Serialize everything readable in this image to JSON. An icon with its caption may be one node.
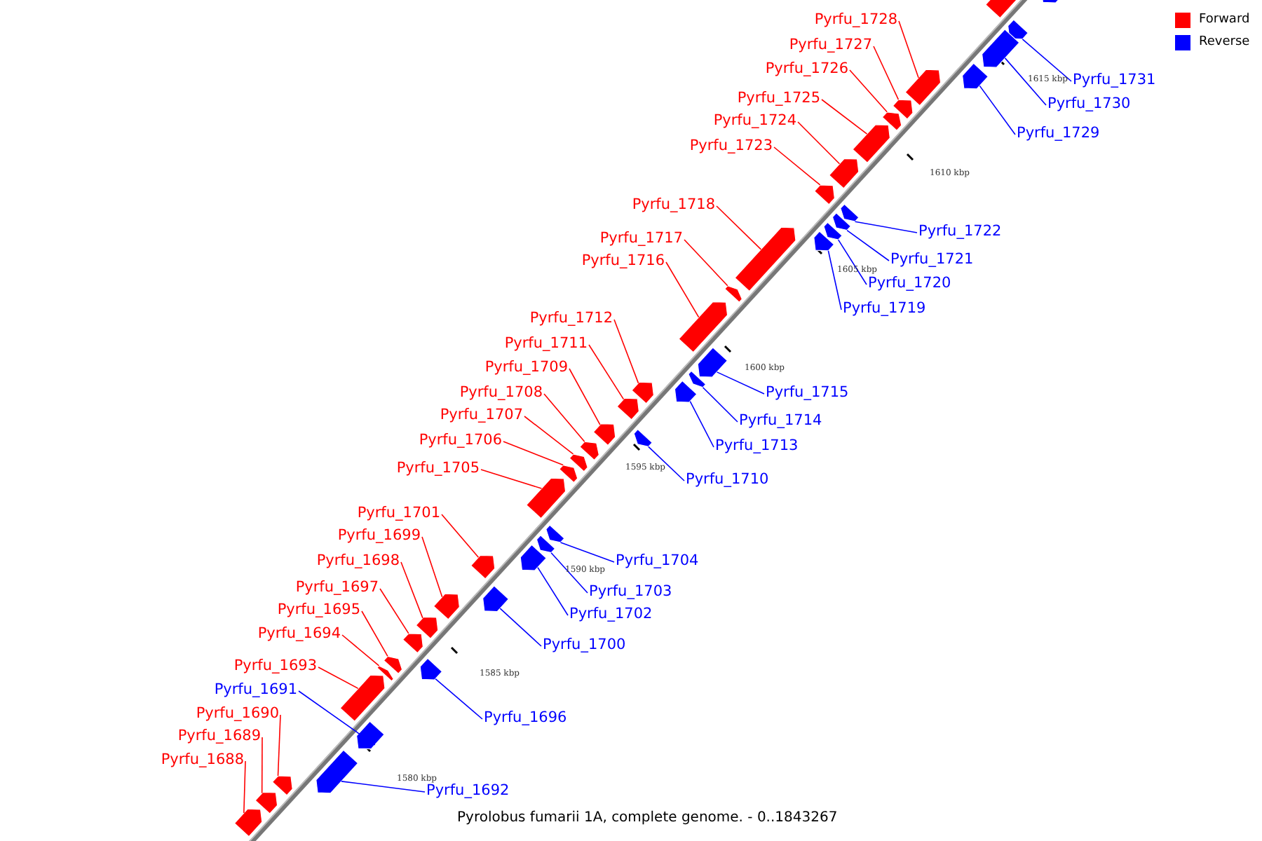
{
  "diagram": {
    "caption": "Pyrolobus fumarii 1A, complete genome. - 0..1843267",
    "nodes": [
      {
        "text": [],
        "shape": "bar"
      },
      {
        "text": [],
        "shape": "bar"
      },
      {
        "text": [
          "Pyrfu_1728"
        ]
      },
      {
        "text": [],
        "shape": "bar"
      },
      {
        "text": [
          "Pyrfu_1727"
        ]
      },
      {
        "text": [],
        "shape": "bar"
      },
      {
        "text": [
          "Pyrfu_1726"
        ]
      },
      {
        "text": [],
        "shape": "bar"
      },
      {
        "text": [
          "Pyrfu_1725"
        ]
      },
      {
        "text": [],
        "shape": "bar"
      },
      {
        "text": [
          "Pyrfu_1724"
        ]
      },
      {
        "text": [],
        "shape": "bar"
      },
      {
        "text": [
          "Pyrfu_1723"
        ]
      },
      {
        "text": [],
        "shape": "bar"
      },
      {
        "text": [
          "Pyrfu_1731"
        ]
      },
      {
        "text": [],
        "shape": "bar"
      },
      {
        "text": [
          "Pyrfu_1730"
        ]
      },
      {
        "text": [],
        "shape": "bar"
      },
      {
        "text": [
          "Pyrfu_1729"
        ]
      },
      {
        "text": [],
        "shape": "bar"
      },
      {
        "text": [
          "Pyrfu_1718"
        ]
      },
      {
        "text": [],
        "shape": "bar"
      },
      {
        "text": [
          "Pyrfu_1717"
        ]
      },
      {
        "text": [],
        "shape": "bar"
      },
      {
        "text": [
          "Pyrfu_1716"
        ]
      },
      {
        "text": [],
        "shape": "bar"
      },
      {
        "text": [
          "Pyrfu_1722"
        ]
      },
      {
        "text": [],
        "shape": "bar"
      },
      {
        "text": [
          "Pyrfu_1721"
        ]
      },
      {
        "text": [],
        "shape": "bar"
      },
      {
        "text": [
          "Pyrfu_1720"
        ]
      },
      {
        "text": [],
        "shape": "bar"
      },
      {
        "text": [
          "Pyrfu_1719"
        ]
      },
      {
        "text": [],
        "shape": "bar"
      },
      {
        "text": [
          "Pyrfu_1712"
        ]
      },
      {
        "text": [],
        "shape": "bar"
      },
      {
        "text": [
          "Pyrfu_1711"
        ]
      },
      {
        "text": [],
        "shape": "bar"
      },
      {
        "text": [
          "Pyrfu_1709"
        ]
      },
      {
        "text": [],
        "shape": "bar"
      },
      {
        "text": [
          "Pyrfu_1708"
        ]
      },
      {
        "text": [],
        "shape": "bar"
      },
      {
        "text": [
          "Pyrfu_1707"
        ]
      },
      {
        "text": [],
        "shape": "bar"
      },
      {
        "text": [
          "Pyrfu_1706"
        ]
      },
      {
        "text": [],
        "shape": "bar"
      },
      {
        "text": [
          "Pyrfu_1705"
        ]
      },
      {
        "text": [],
        "shape": "bar"
      },
      {
        "text": [
          "Pyrfu_1715"
        ]
      },
      {
        "text": [],
        "shape": "bar"
      },
      {
        "text": [
          "Pyrfu_1714"
        ]
      },
      {
        "text": [],
        "shape": "bar"
      },
      {
        "text": [
          "Pyrfu_1713"
        ]
      },
      {
        "text": [],
        "shape": "bar"
      },
      {
        "text": [
          "Pyrfu_1710"
        ]
      },
      {
        "text": [],
        "shape": "bar"
      },
      {
        "text": [
          "Pyrfu_1701"
        ]
      },
      {
        "text": [],
        "shape": "bar"
      },
      {
        "text": [
          "Pyrfu_1699"
        ]
      },
      {
        "text": [],
        "shape": "bar"
      },
      {
        "text": [
          "Pyrfu_1698"
        ]
      },
      {
        "text": [],
        "shape": "bar"
      },
      {
        "text": [
          "Pyrfu_1697"
        ]
      },
      {
        "text": [],
        "shape": "bar"
      },
      {
        "text": [
          "Pyrfu_1695"
        ]
      },
      {
        "text": [],
        "shape": "bar"
      },
      {
        "text": [
          "Pyrfu_1694"
        ]
      },
      {
        "text": [],
        "shape": "bar"
      },
      {
        "text": [
          "Pyrfu_1693"
        ]
      },
      {
        "text": [],
        "shape": "bar"
      },
      {
        "text": [
          "Pyrfu_1704"
        ]
      },
      {
        "text": [],
        "shape": "bar"
      },
      {
        "text": [
          "Pyrfu_1703"
        ]
      },
      {
        "text": [],
        "shape": "bar"
      },
      {
        "text": [
          "Pyrfu_1702"
        ]
      },
      {
        "text": [],
        "shape": "bar"
      },
      {
        "text": [
          "Pyrfu_1700"
        ]
      },
      {
        "text": [],
        "shape": "bar"
      },
      {
        "text": [
          "Pyrfu_1696"
        ]
      },
      {
        "text": [],
        "shape": "bar"
      },
      {
        "text": [
          "Pyrfu_1691"
        ]
      },
      {
        "text": [],
        "shape": "bar"
      },
      {
        "text": [
          "Pyrfu_1692"
        ]
      },
      {
        "text": [],
        "shape": "bar"
      },
      {
        "text": [
          "Pyrfu_1690"
        ]
      },
      {
        "text": [],
        "shape": "bar"
      },
      {
        "text": [
          "Pyrfu_1689"
        ]
      },
      {
        "text": [],
        "shape": "bar"
      },
      {
        "text": [
          "Pyrfu_1688"
        ]
      },
      {
        "text": [],
        "shape": "bar"
      }
    ],
    "edges": [
      {
        "from": 2,
        "to": 3,
        "arrow": "none"
      },
      {
        "from": 4,
        "to": 5,
        "arrow": "none"
      },
      {
        "from": 6,
        "to": 7,
        "arrow": "none"
      },
      {
        "from": 8,
        "to": 9,
        "arrow": "none"
      },
      {
        "from": 10,
        "to": 11,
        "arrow": "none"
      },
      {
        "from": 12,
        "to": 13,
        "arrow": "none"
      },
      {
        "from": 14,
        "to": 15,
        "arrow": "none",
        "color": "#0000ff"
      },
      {
        "from": 16,
        "to": 17,
        "arrow": "none",
        "color": "#0000ff"
      },
      {
        "from": 18,
        "to": 19,
        "arrow": "none",
        "color": "#0000ff"
      },
      {
        "from": 20,
        "to": 21,
        "arrow": "none"
      },
      {
        "from": 22,
        "to": 23,
        "arrow": "none"
      },
      {
        "from": 24,
        "to": 25,
        "arrow": "none"
      },
      {
        "from": 26,
        "to": 27,
        "arrow": "none",
        "color": "#0000ff"
      },
      {
        "from": 28,
        "to": 29,
        "arrow": "none",
        "color": "#0000ff"
      },
      {
        "from": 30,
        "to": 31,
        "arrow": "none",
        "color": "#0000ff"
      },
      {
        "from": 32,
        "to": 33,
        "arrow": "none",
        "color": "#0000ff"
      },
      {
        "from": 34,
        "to": 35,
        "arrow": "none"
      },
      {
        "from": 36,
        "to": 37,
        "arrow": "none"
      },
      {
        "from": 38,
        "to": 39,
        "arrow": "none"
      },
      {
        "from": 40,
        "to": 41,
        "arrow": "none"
      },
      {
        "from": 42,
        "to": 43,
        "arrow": "none"
      },
      {
        "from": 44,
        "to": 45,
        "arrow": "none"
      },
      {
        "from": 46,
        "to": 47,
        "arrow": "none"
      },
      {
        "from": 48,
        "to": 49,
        "arrow": "none",
        "color": "#0000ff"
      },
      {
        "from": 50,
        "to": 51,
        "arrow": "none",
        "color": "#0000ff"
      },
      {
        "from": 52,
        "to": 53,
        "arrow": "none",
        "color": "#0000ff"
      },
      {
        "from": 54,
        "to": 55,
        "arrow": "none",
        "color": "#0000ff"
      },
      {
        "from": 56,
        "to": 57,
        "arrow": "none"
      },
      {
        "from": 58,
        "to": 59,
        "arrow": "none"
      },
      {
        "from": 60,
        "to": 61,
        "arrow": "none"
      },
      {
        "from": 62,
        "to": 63,
        "arrow": "none"
      },
      {
        "from": 64,
        "to": 65,
        "arrow": "none"
      },
      {
        "from": 66,
        "to": 67,
        "arrow": "none"
      },
      {
        "from": 68,
        "to": 69,
        "arrow": "none"
      },
      {
        "from": 70,
        "to": 71,
        "arrow": "none",
        "color": "#0000ff"
      },
      {
        "from": 72,
        "to": 73,
        "arrow": "none",
        "color": "#0000ff"
      },
      {
        "from": 74,
        "to": 75,
        "arrow": "none",
        "color": "#0000ff"
      },
      {
        "from": 76,
        "to": 77,
        "arrow": "none",
        "color": "#0000ff"
      },
      {
        "from": 78,
        "to": 79,
        "arrow": "none",
        "color": "#0000ff"
      },
      {
        "from": 80,
        "to": 81,
        "arrow": "none",
        "color": "#0000ff"
      },
      {
        "from": 82,
        "to": 83,
        "arrow": "none",
        "color": "#0000ff"
      },
      {
        "from": 84,
        "to": 85,
        "arrow": "none"
      },
      {
        "from": 86,
        "to": 87,
        "arrow": "none"
      },
      {
        "from": 88,
        "to": 89,
        "arrow": "none"
      }
    ],
    "labels": [
      "1615 kbp",
      "1610 kbp",
      "1605 kbp",
      "1600 kbp",
      "1595 kbp",
      "1590 kbp",
      "1585 kbp",
      "1580 kbp"
    ],
    "legend": [
      {
        "text": "Forward",
        "color": "#ff0000"
      },
      {
        "text": "Reverse",
        "color": "#0000ff"
      }
    ]
  }
}
